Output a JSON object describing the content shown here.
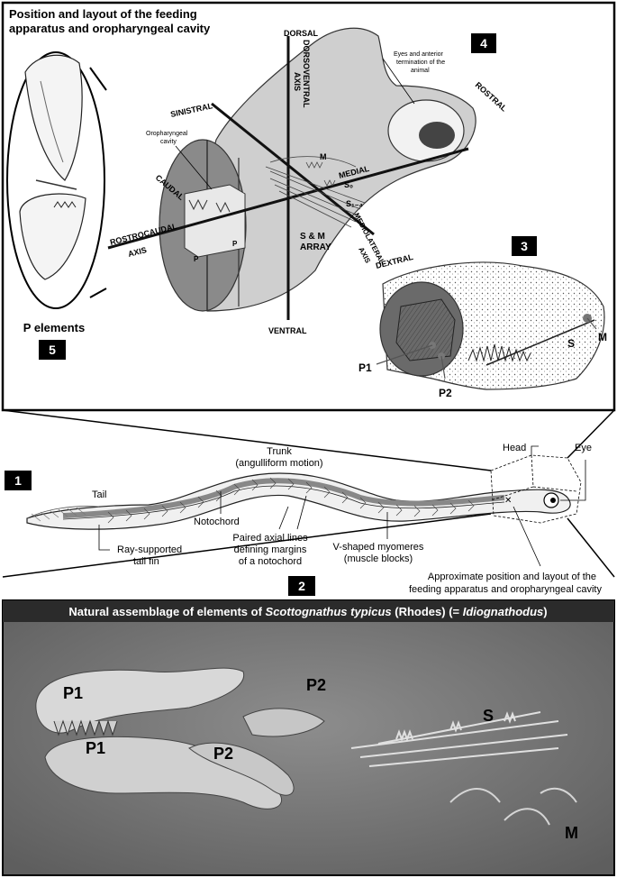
{
  "panel4": {
    "title_line1": "Position and layout of the feeding",
    "title_line2": "apparatus and oropharyngeal cavity",
    "number": "4",
    "labels": {
      "dorsal": "DORSAL",
      "dorsoventral_axis_1": "DORSOVENTRAL",
      "dorsoventral_axis_2": "AXIS",
      "eyes_note_1": "Eyes and anterior",
      "eyes_note_2": "termination of the",
      "eyes_note_3": "animal",
      "rostral": "ROSTRAL",
      "sinistral": "SINISTRAL",
      "oropharyngeal_1": "Oropharyngeal",
      "oropharyngeal_2": "cavity",
      "caudal": "CAUDAL",
      "rostrocaudal_1": "ROSTROCAUDAL",
      "rostrocaudal_2": "AXIS",
      "p_left": "P",
      "p_right": "P",
      "m": "M",
      "medial": "MEDIAL",
      "s0": "S₀",
      "s14": "S₁₋₄",
      "sm_array_1": "S & M",
      "sm_array_2": "ARRAY",
      "mediolateral_1": "MEDIOLATERAL",
      "mediolateral_2": "AXIS",
      "dextral": "DEXTRAL",
      "ventral": "VENTRAL"
    }
  },
  "panel5": {
    "label": "P elements",
    "number": "5"
  },
  "panel3": {
    "number": "3",
    "p1": "P1",
    "p2": "P2",
    "s": "S",
    "m": "M"
  },
  "panel1": {
    "number": "1",
    "tail": "Tail",
    "trunk_1": "Trunk",
    "trunk_2": "(angulliform motion)",
    "notochord": "Notochord",
    "axial_1": "Paired axial lines",
    "axial_2": "defining margins",
    "axial_3": "of a notochord",
    "myomeres_1": "V-shaped myomeres",
    "myomeres_2": "(muscle blocks)",
    "ray_1": "Ray-supported",
    "ray_2": "tail fin",
    "head": "Head",
    "eye": "Eye",
    "approx_1": "Approximate position and layout of the",
    "approx_2": "feeding apparatus and oropharyngeal cavity"
  },
  "panel2": {
    "number": "2",
    "caption_pre": "Natural assemblage of elements of ",
    "caption_species": "Scottognathus typicus",
    "caption_mid": " (Rhodes) (= ",
    "caption_genus": "Idiognathodus",
    "caption_post": ")",
    "labels": {
      "p1_top": "P1",
      "p1_bottom": "P1",
      "p2_top": "P2",
      "p2_bottom": "P2",
      "s": "S",
      "m": "M"
    }
  },
  "colors": {
    "body_gray": "#cfcfcf",
    "cross_section": "#8a8a8a",
    "photo_bg": "#7a7a7a",
    "caption_bar": "#2b2b2b"
  }
}
